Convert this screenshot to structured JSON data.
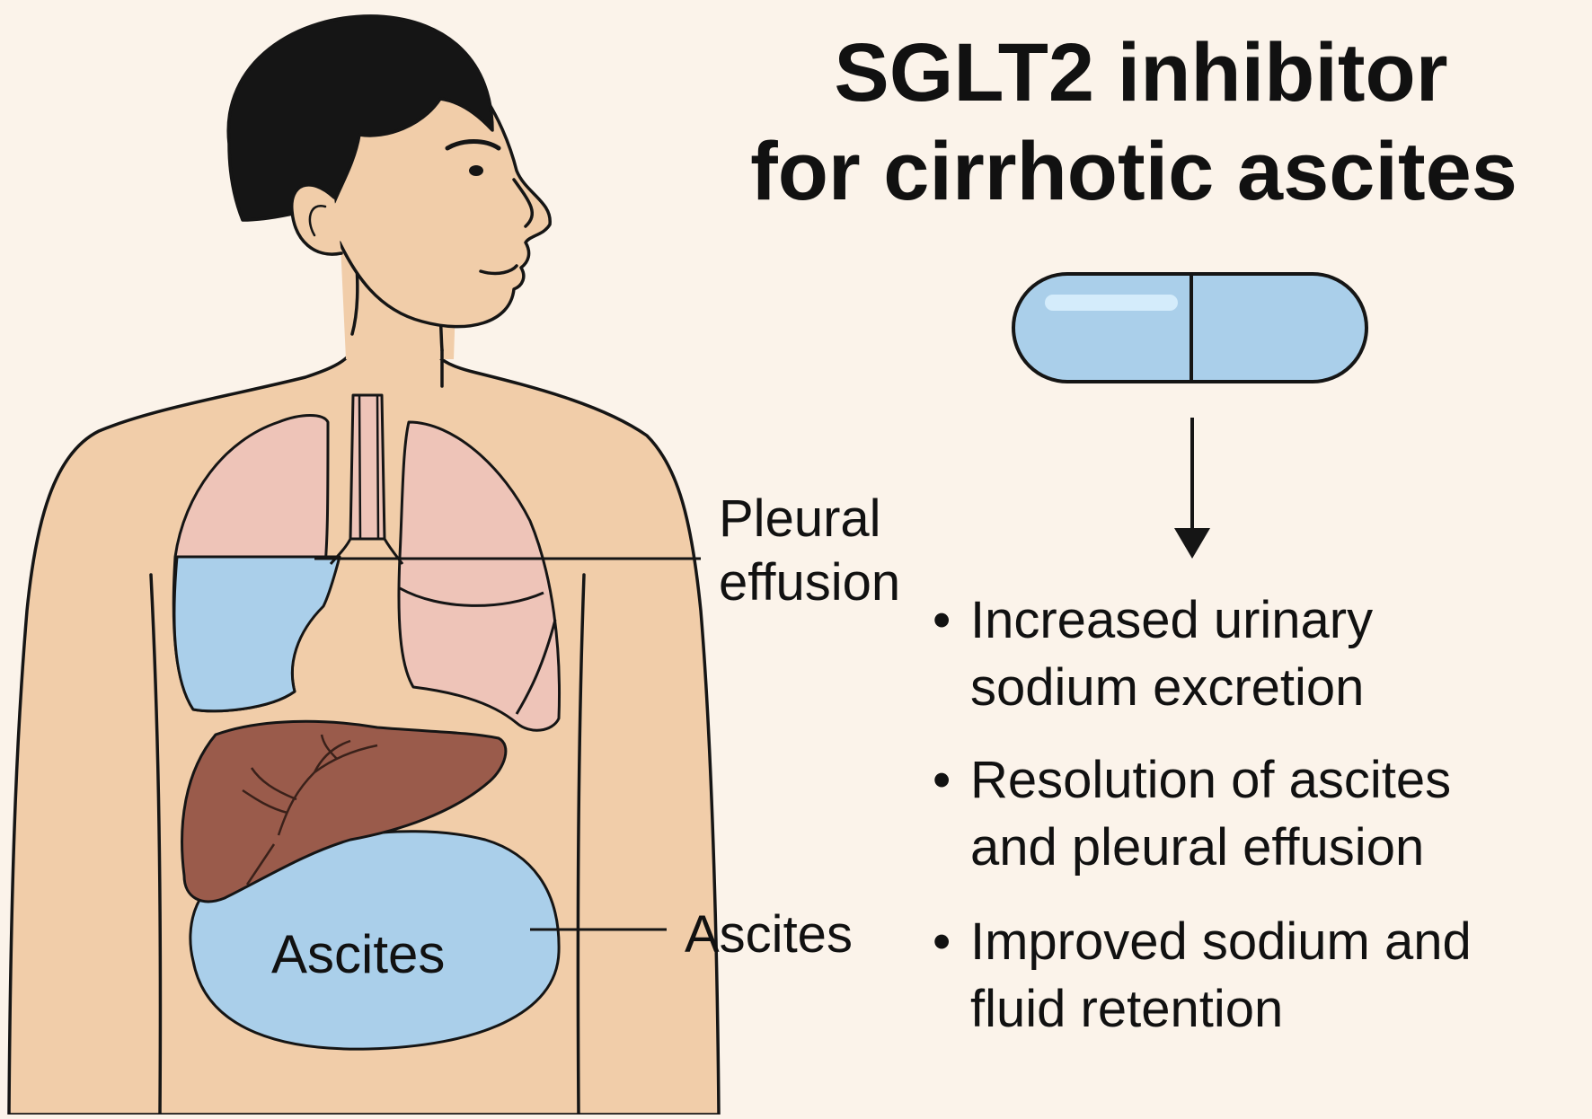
{
  "title": {
    "line1": "SGLT2 inhibitor",
    "line2": "for cirrhotic ascites"
  },
  "labels": {
    "pleural_line1": "Pleural",
    "pleural_line2": "effusion",
    "ascites_callout": "Ascites",
    "ascites_inner": "Ascites"
  },
  "effects": [
    {
      "line1": "Increased urinary",
      "line2": "sodium excretion"
    },
    {
      "line1": "Resolution of ascites",
      "line2": "and pleural effusion"
    },
    {
      "line1": "Improved sodium and",
      "line2": "fluid retention"
    }
  ],
  "bullet_symbol": "•",
  "colors": {
    "background": "#fbf3ea",
    "skin": "#f1cda9",
    "hair": "#151515",
    "lung": "#eec4b8",
    "fluid": "#aacfea",
    "liver": "#9a5b4b",
    "capsule": "#aacfea",
    "outline": "#151515"
  },
  "icons": {
    "capsule": "capsule-icon",
    "arrow": "arrow-down-icon"
  }
}
